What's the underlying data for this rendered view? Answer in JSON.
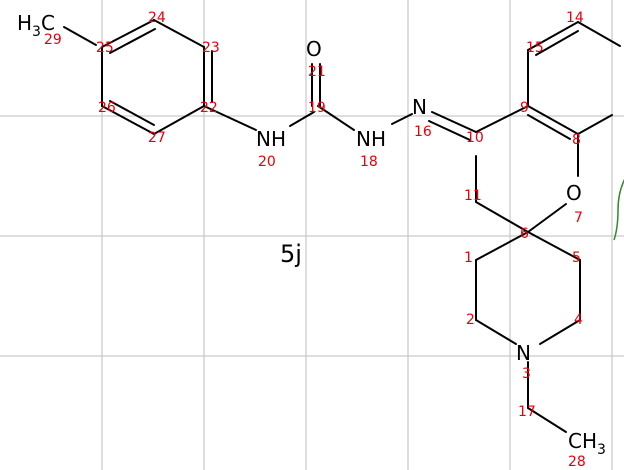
{
  "colors": {
    "bond": "#000000",
    "atom_number": "#e8000b",
    "grid": "#bdbdbd",
    "annotation": "#2e8b2e",
    "background": "#ffffff"
  },
  "compound_label": "5j",
  "atoms": {
    "methyl_top": {
      "main": "H",
      "sub": "3",
      "tail": "C"
    },
    "amide_o": "O",
    "nh_20": "NH",
    "nh_18": "NH",
    "n_16": "N",
    "o_7": "O",
    "n_3": "N",
    "methyl_bottom": {
      "main": "CH",
      "sub": "3"
    }
  },
  "atom_numbers": {
    "n1": "1",
    "n2": "2",
    "n3": "3",
    "n4": "4",
    "n5": "5",
    "n6": "6",
    "n7": "7",
    "n8": "8",
    "n9": "9",
    "n10": "10",
    "n11": "11",
    "n14": "14",
    "n15": "15",
    "n16": "16",
    "n17": "17",
    "n18": "18",
    "n19": "19",
    "n20": "20",
    "n21": "21",
    "n22": "22",
    "n23": "23",
    "n24": "24",
    "n25": "25",
    "n26": "26",
    "n27": "27",
    "n28": "28",
    "n29": "29"
  }
}
